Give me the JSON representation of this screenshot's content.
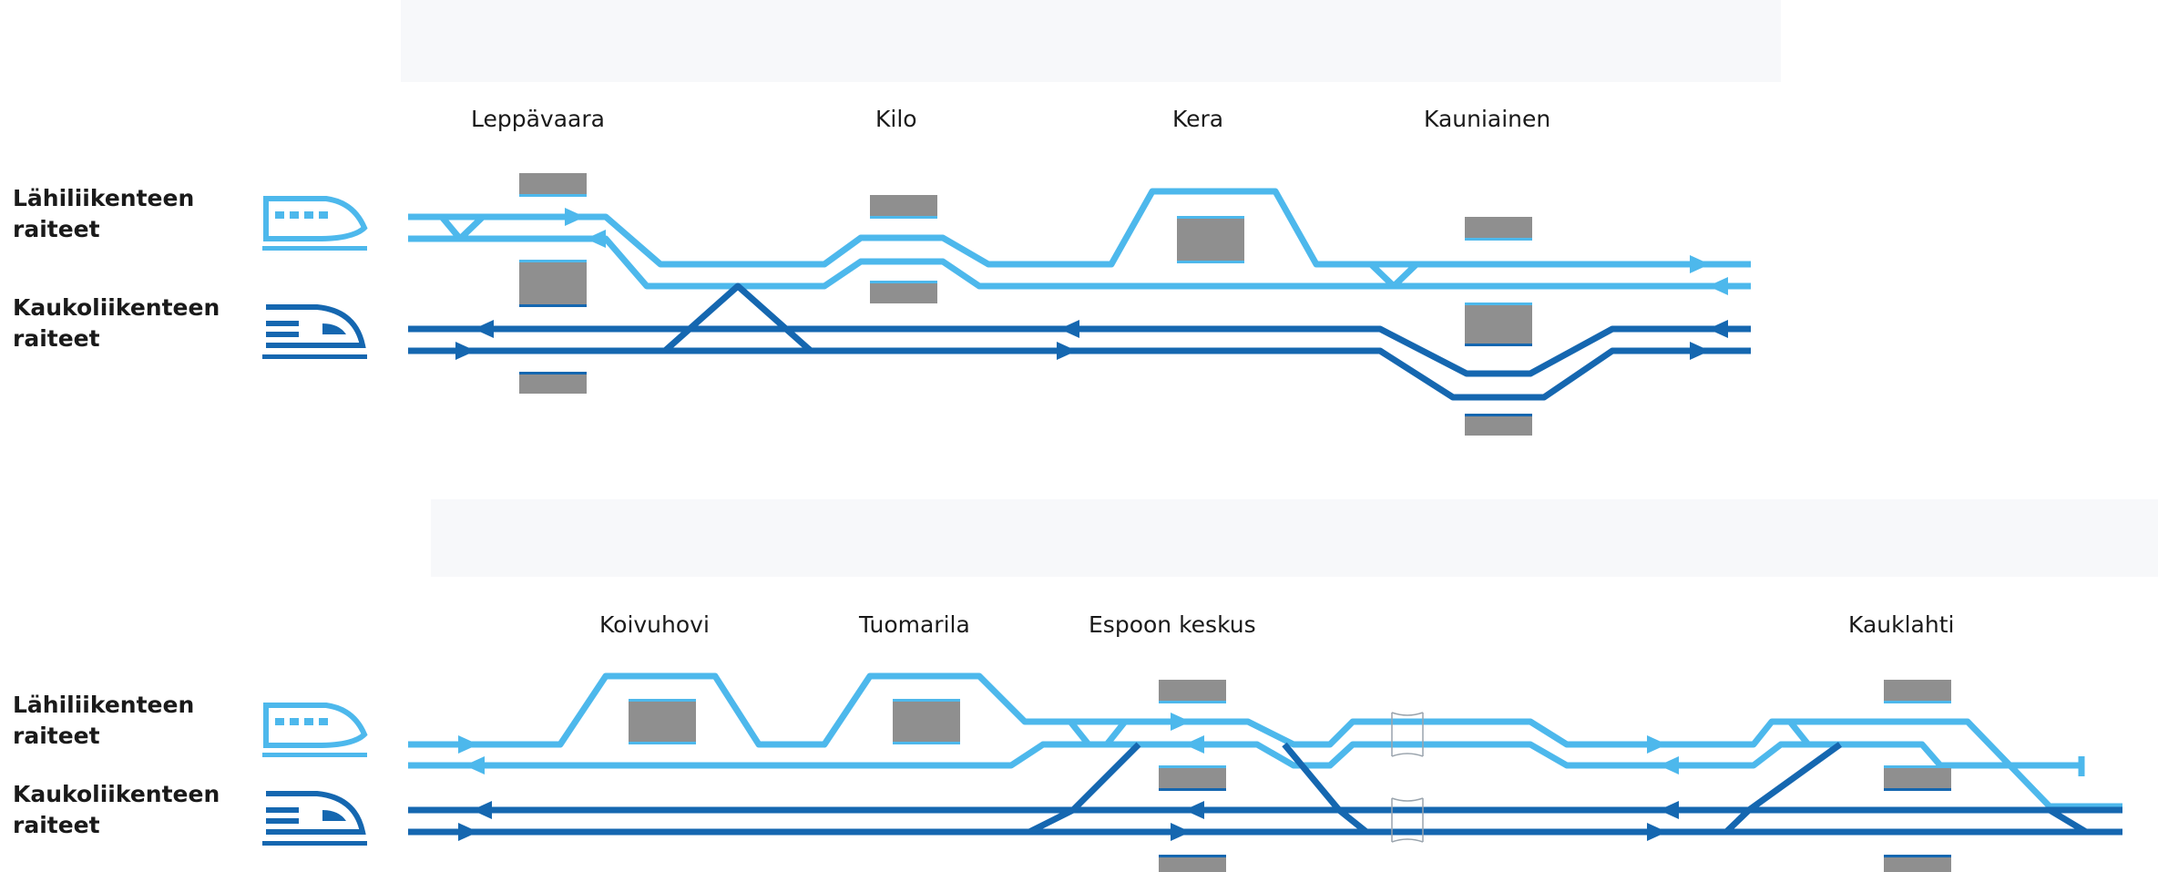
{
  "legend": {
    "local_tracks": [
      "Lähiliikenteen",
      "raiteet"
    ],
    "long_distance_tracks": [
      "Kaukoliikenteen",
      "raiteet"
    ]
  },
  "top_section": {
    "stations": [
      "Leppävaara",
      "Kilo",
      "Kera",
      "Kauniainen"
    ]
  },
  "bottom_section": {
    "stations": [
      "Koivuhovi",
      "Tuomarila",
      "Espoon keskus",
      "Kauklahti"
    ]
  },
  "colors": {
    "local_track": "#4db8ec",
    "long_distance_track": "#1567b0",
    "platform": "#8f8f8f",
    "section_header_bg": "#f7f8fa"
  },
  "icons": {
    "local_train": "commuter-train-icon",
    "long_train": "intercity-train-icon",
    "bridge": "bridge-icon"
  }
}
